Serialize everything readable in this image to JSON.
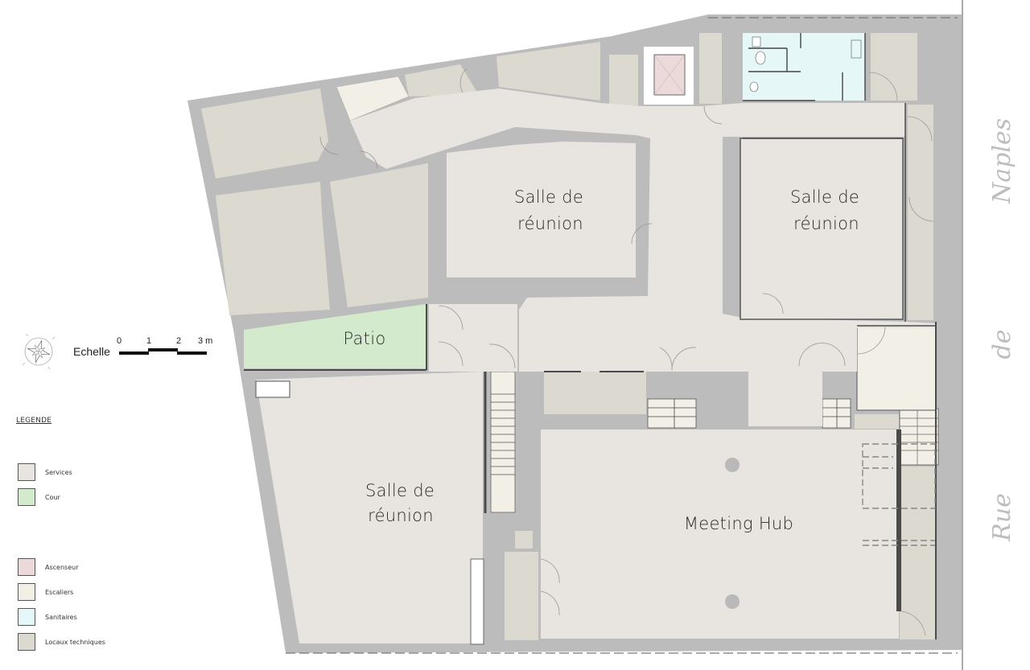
{
  "plan": {
    "rooms": [
      {
        "id": "salle-reunion-1",
        "label_line1": "Salle de",
        "label_line2": "réunion",
        "type": "Services"
      },
      {
        "id": "salle-reunion-2",
        "label_line1": "Salle de",
        "label_line2": "réunion",
        "type": "Services"
      },
      {
        "id": "salle-reunion-3",
        "label_line1": "Salle de",
        "label_line2": "réunion",
        "type": "Services"
      },
      {
        "id": "patio",
        "label": "Patio",
        "type": "Cour"
      },
      {
        "id": "meeting-hub",
        "label": "Meeting Hub",
        "type": "Services"
      }
    ],
    "street": {
      "word1": "Rue",
      "word2": "de",
      "word3": "Naples"
    }
  },
  "scale": {
    "label": "Echelle",
    "ticks": [
      "0",
      "1",
      "2",
      "3 m"
    ]
  },
  "compass": {
    "icon": "compass-rose-icon"
  },
  "legend": {
    "title": "LEGENDE",
    "items": [
      {
        "label": "Services",
        "color": "#e8e4e0"
      },
      {
        "label": "Cour",
        "color": "#d3ebcc"
      },
      {
        "label": "Ascenseur",
        "color": "#ecd9d9"
      },
      {
        "label": "Escaliers",
        "color": "#f1efe6"
      },
      {
        "label": "Sanitaires",
        "color": "#e6f7f7"
      },
      {
        "label": "Locaux techniques",
        "color": "#dcdad0"
      }
    ]
  },
  "colors": {
    "wall": "#bcbcbc",
    "wall_dark": "#4a4a4a",
    "services": "#e8e4e0",
    "cour": "#d3ebcc",
    "ascenseur": "#ecd9d9",
    "escaliers": "#f1efe6",
    "sanitaires": "#e6f7f7",
    "technique": "#dcdad0",
    "pillar": "#b9b9b9"
  }
}
